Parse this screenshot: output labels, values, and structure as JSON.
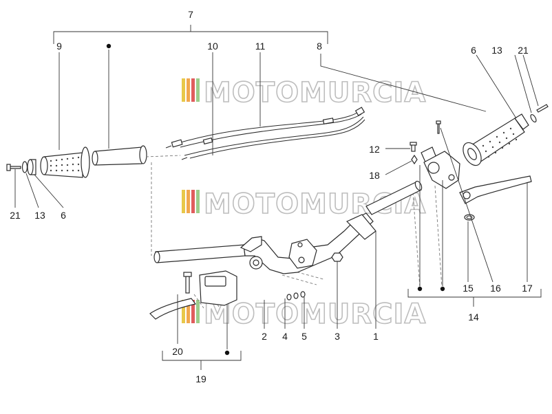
{
  "watermark": "MOTOMURCIA",
  "watermark_colors": [
    "#e8c84a",
    "#f1a84e",
    "#e05d5d",
    "#9ccc8a"
  ],
  "labels": {
    "l7": "7",
    "l9": "9",
    "l10": "10",
    "l11": "11",
    "l8": "8",
    "l6a": "6",
    "l13a": "13",
    "l21a": "21",
    "l21b": "21",
    "l13b": "13",
    "l6b": "6",
    "l12": "12",
    "l18": "18",
    "l15": "15",
    "l16": "16",
    "l17": "17",
    "l14": "14",
    "l2": "2",
    "l4": "4",
    "l5": "5",
    "l3": "3",
    "l1": "1",
    "l20": "20",
    "l19": "19"
  }
}
